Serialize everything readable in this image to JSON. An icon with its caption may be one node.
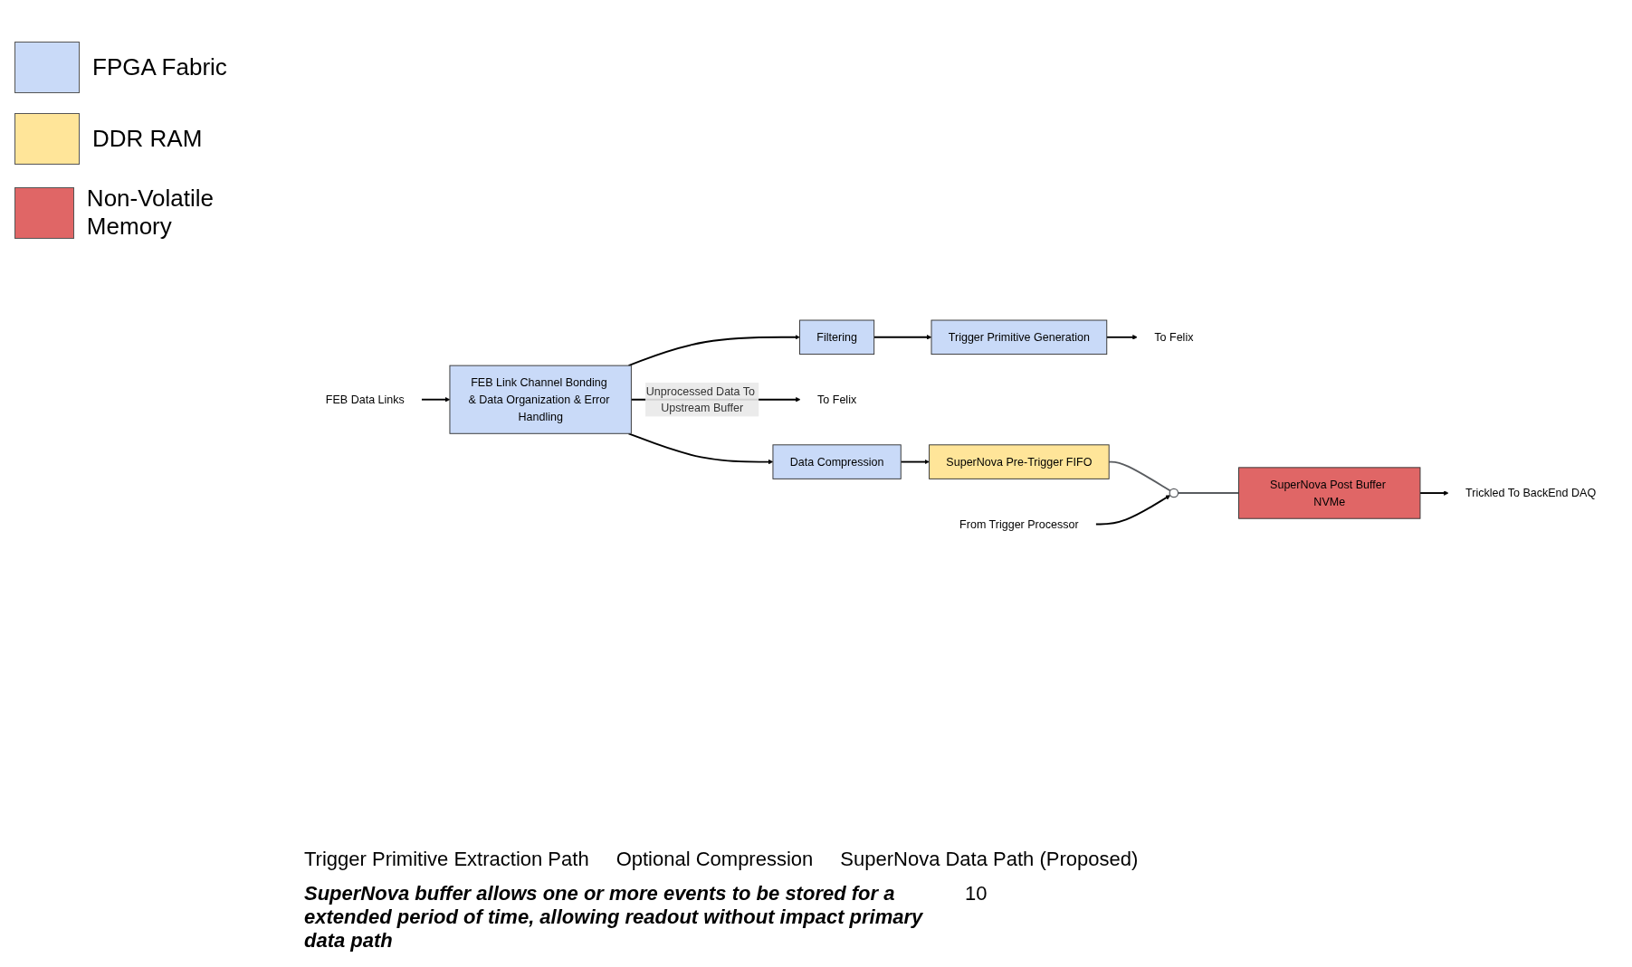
{
  "diagram": {
    "nodes": [
      {
        "text": [
          "FEB Data Links"
        ]
      },
      {
        "text": [
          "FEB Link Channel Bonding & Data Organization & Error Handling"
        ]
      },
      {
        "text": [
          "Filtering"
        ]
      },
      {
        "text": [
          "Trigger Primitive Generation"
        ]
      },
      {
        "text": [
          "To Felix"
        ]
      },
      {
        "text": [
          "To Felix"
        ]
      },
      {
        "text": [
          "Data Compression"
        ]
      },
      {
        "text": [
          "SuperNova Pre-Trigger FIFO"
        ]
      },
      {
        "text": [
          "SuperNova Post Buffer NVMe"
        ]
      },
      {
        "text": [
          "Trickled To BackEnd DAQ"
        ]
      },
      {
        "text": [
          "From Trigger Processor"
        ]
      },
      {
        "text": [],
        "shape": "switch"
      }
    ],
    "edges": [
      {
        "from": 0,
        "to": 1,
        "arrow": "to"
      },
      {
        "from": 1,
        "to": 2,
        "arrow": "to"
      },
      {
        "from": 2,
        "to": 3,
        "arrow": "to"
      },
      {
        "from": 3,
        "to": 4,
        "arrow": "to"
      },
      {
        "from": 1,
        "to": 5,
        "arrow": "to",
        "label": "Unprocessed Data To Upstream Buffer"
      },
      {
        "from": 1,
        "to": 6,
        "arrow": "to"
      },
      {
        "from": 6,
        "to": 7,
        "arrow": "to"
      },
      {
        "from": 7,
        "to": 11,
        "arrow": "none",
        "color": "#595c60"
      },
      {
        "from": 11,
        "to": 8,
        "arrow": "none",
        "color": "#595c60"
      },
      {
        "from": 10,
        "to": 11,
        "arrow": "to"
      },
      {
        "from": 8,
        "to": 9,
        "arrow": "to"
      }
    ],
    "labels": [
      "Trigger Primitive Extraction Path",
      "Optional Compression",
      "SuperNova Data Path (Proposed)",
      "SuperNova buffer allows one or more events to be stored for a extended period of time, allowing readout without impact primary data path",
      "10"
    ],
    "legend": [
      {
        "text": "FPGA Fabric",
        "color": "#c9daf8"
      },
      {
        "text": "DDR RAM",
        "color": "#ffe599"
      },
      {
        "text": "Non-Volatile Memory",
        "color": "#e06666"
      }
    ]
  }
}
